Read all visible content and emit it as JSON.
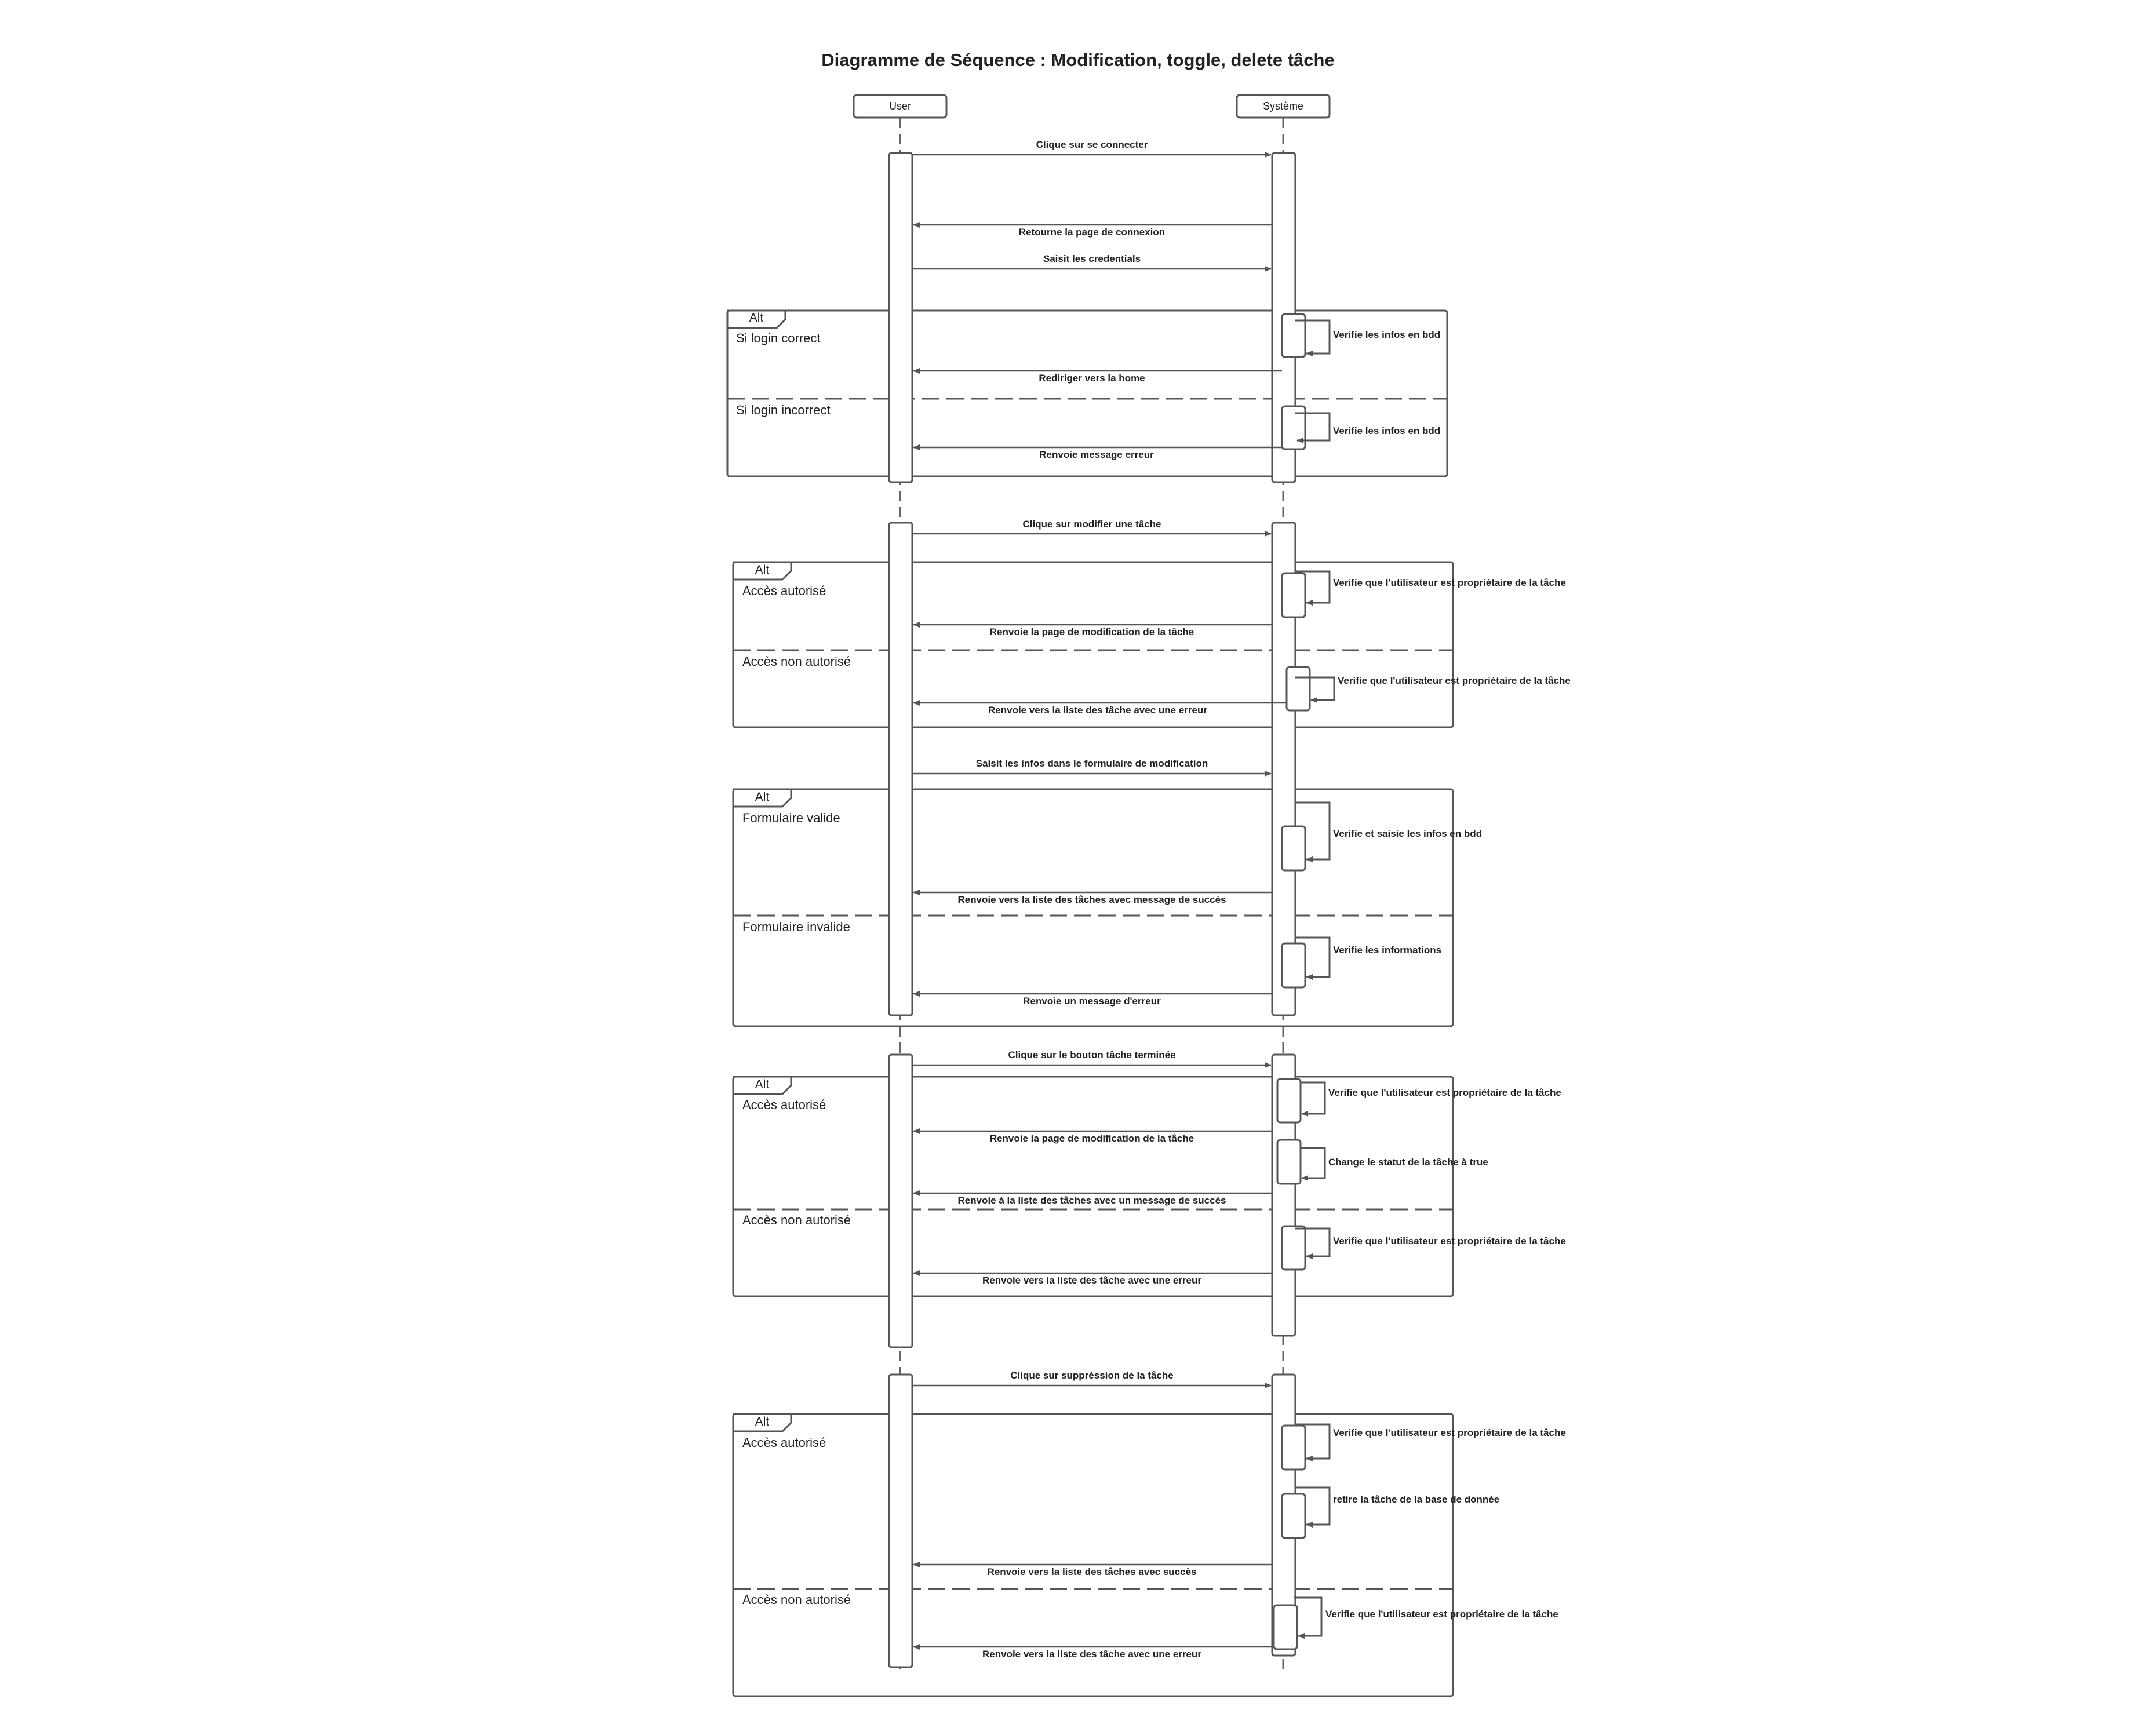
{
  "title": "Diagramme de Séquence : Modification, toggle, delete tâche",
  "participants": [
    "User",
    "Système"
  ],
  "alt_label": "Alt",
  "messages": [
    "Clique sur se connecter",
    "Retourne la page de connexion",
    "Saisit les credentials",
    "Verifie les infos en bdd",
    "Rediriger vers la home",
    "Verifie les infos en bdd",
    "Renvoie message erreur",
    "Clique sur modifier une tâche",
    "Verifie que l'utilisateur est propriétaire de la tâche",
    "Renvoie la page de modification de la tâche",
    "Verifie que l'utilisateur est propriétaire de la tâche",
    "Renvoie vers la liste des tâche avec une erreur",
    "Saisit les infos dans le formulaire de modification",
    "Verifie et saisie les infos en bdd",
    "Renvoie vers la liste des tâches avec message de succès",
    "Verifie les informations",
    "Renvoie un message d'erreur",
    "Clique sur le bouton tâche terminée",
    "Verifie que l'utilisateur est propriétaire de la tâche",
    "Renvoie la page de modification de la tâche",
    "Change le statut de la tâche à true",
    "Renvoie à la  liste des tâches avec un message de succès",
    "Verifie que l'utilisateur est propriétaire de la tâche",
    "Renvoie vers la liste des tâche avec une erreur",
    "Clique sur suppréssion de la tâche",
    "Verifie que l'utilisateur est propriétaire de la tâche",
    "retire la tâche de la base de donnée",
    "Renvoie vers la liste des tâches avec succès",
    "Verifie que l'utilisateur est propriétaire de la tâche",
    "Renvoie vers la liste des tâche avec une erreur"
  ],
  "guards": [
    "Si login correct",
    "Si login incorrect",
    "Accès autorisé",
    "Accès non autorisé",
    "Formulaire valide",
    "Formulaire invalide",
    "Accès autorisé",
    "Accès non autorisé",
    "Accès autorisé",
    "Accès non autorisé"
  ]
}
